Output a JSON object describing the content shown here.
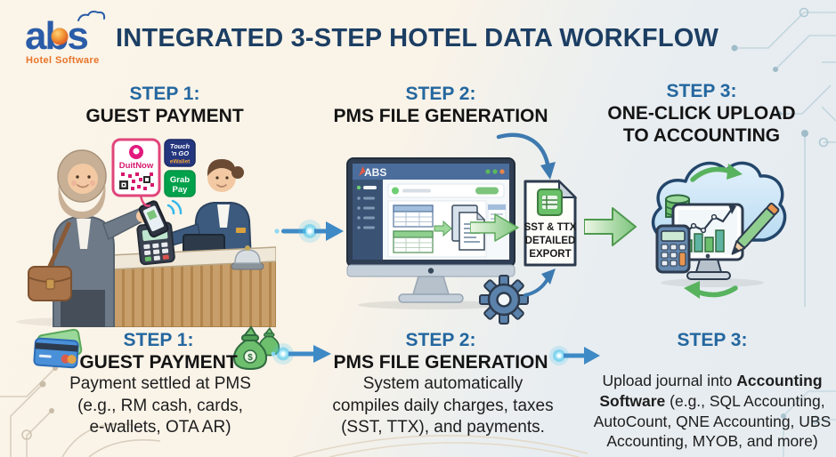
{
  "colors": {
    "accent_blue": "#24679f",
    "title_navy": "#1c3e63",
    "arrow_blue": "#3e8ac6",
    "glow_cyan": "#4fc8ef",
    "green": "#6dbf6d",
    "green_dark": "#2f6b3f",
    "logo_blue": "#2a5ca8",
    "logo_orange": "#e8742a",
    "duitnow_pink": "#d6186e",
    "tng_blue": "#24367e",
    "grab_green": "#00a14b"
  },
  "header": {
    "logo_text": "abs",
    "logo_subtitle": "Hotel Software",
    "title": "INTEGRATED 3-STEP HOTEL DATA WORKFLOW"
  },
  "steps_top": {
    "step1": {
      "label": "STEP 1:",
      "title": "GUEST PAYMENT"
    },
    "step2": {
      "label": "STEP 2:",
      "title": "PMS FILE GENERATION"
    },
    "step3": {
      "label": "STEP 3:",
      "title": "ONE-CLICK UPLOAD\nTO ACCOUNTING"
    }
  },
  "illustration": {
    "duitnow_label": "DuitNow",
    "tng_line1": "Touch",
    "tng_line2": "'n GO",
    "tng_line3": "eWallet",
    "grab_line1": "Grab",
    "grab_line2": "Pay",
    "monitor_brand": "ABS",
    "export_line1": "SST & TTX",
    "export_line2": "DETAILED",
    "export_line3": "EXPORT"
  },
  "steps_bottom": {
    "step1": {
      "label": "STEP 1:",
      "title": "GUEST PAYMENT",
      "desc": "Payment settled at PMS\n(e.g., RM cash, cards,\ne-wallets, OTA AR)"
    },
    "step2": {
      "label": "STEP 2:",
      "title": "PMS FILE GENERATION",
      "desc": "System automatically\ncompiles daily charges, taxes\n(SST, TTX), and payments."
    },
    "step3": {
      "label": "STEP 3:",
      "desc_prefix": "Upload journal into ",
      "desc_bold": "Accounting\nSoftware",
      "desc_suffix": " (e.g., SQL Accounting,\nAutoCount, QNE Accounting, UBS\nAccounting, MYOB, and more)"
    }
  }
}
